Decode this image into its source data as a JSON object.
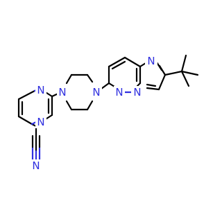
{
  "molecule": {
    "atom_labels": {
      "pyr_n1": "N",
      "pyr_n3": "N",
      "pip_n1": "N",
      "pip_n4": "N",
      "imid_n_bridge": "N",
      "imid_n_ring": "N",
      "pyridazine_n": "N",
      "nitrile_n": "N"
    },
    "colors": {
      "bond": "#000000",
      "nitrogen": "#2f2fdf",
      "background": "#ffffff"
    }
  }
}
